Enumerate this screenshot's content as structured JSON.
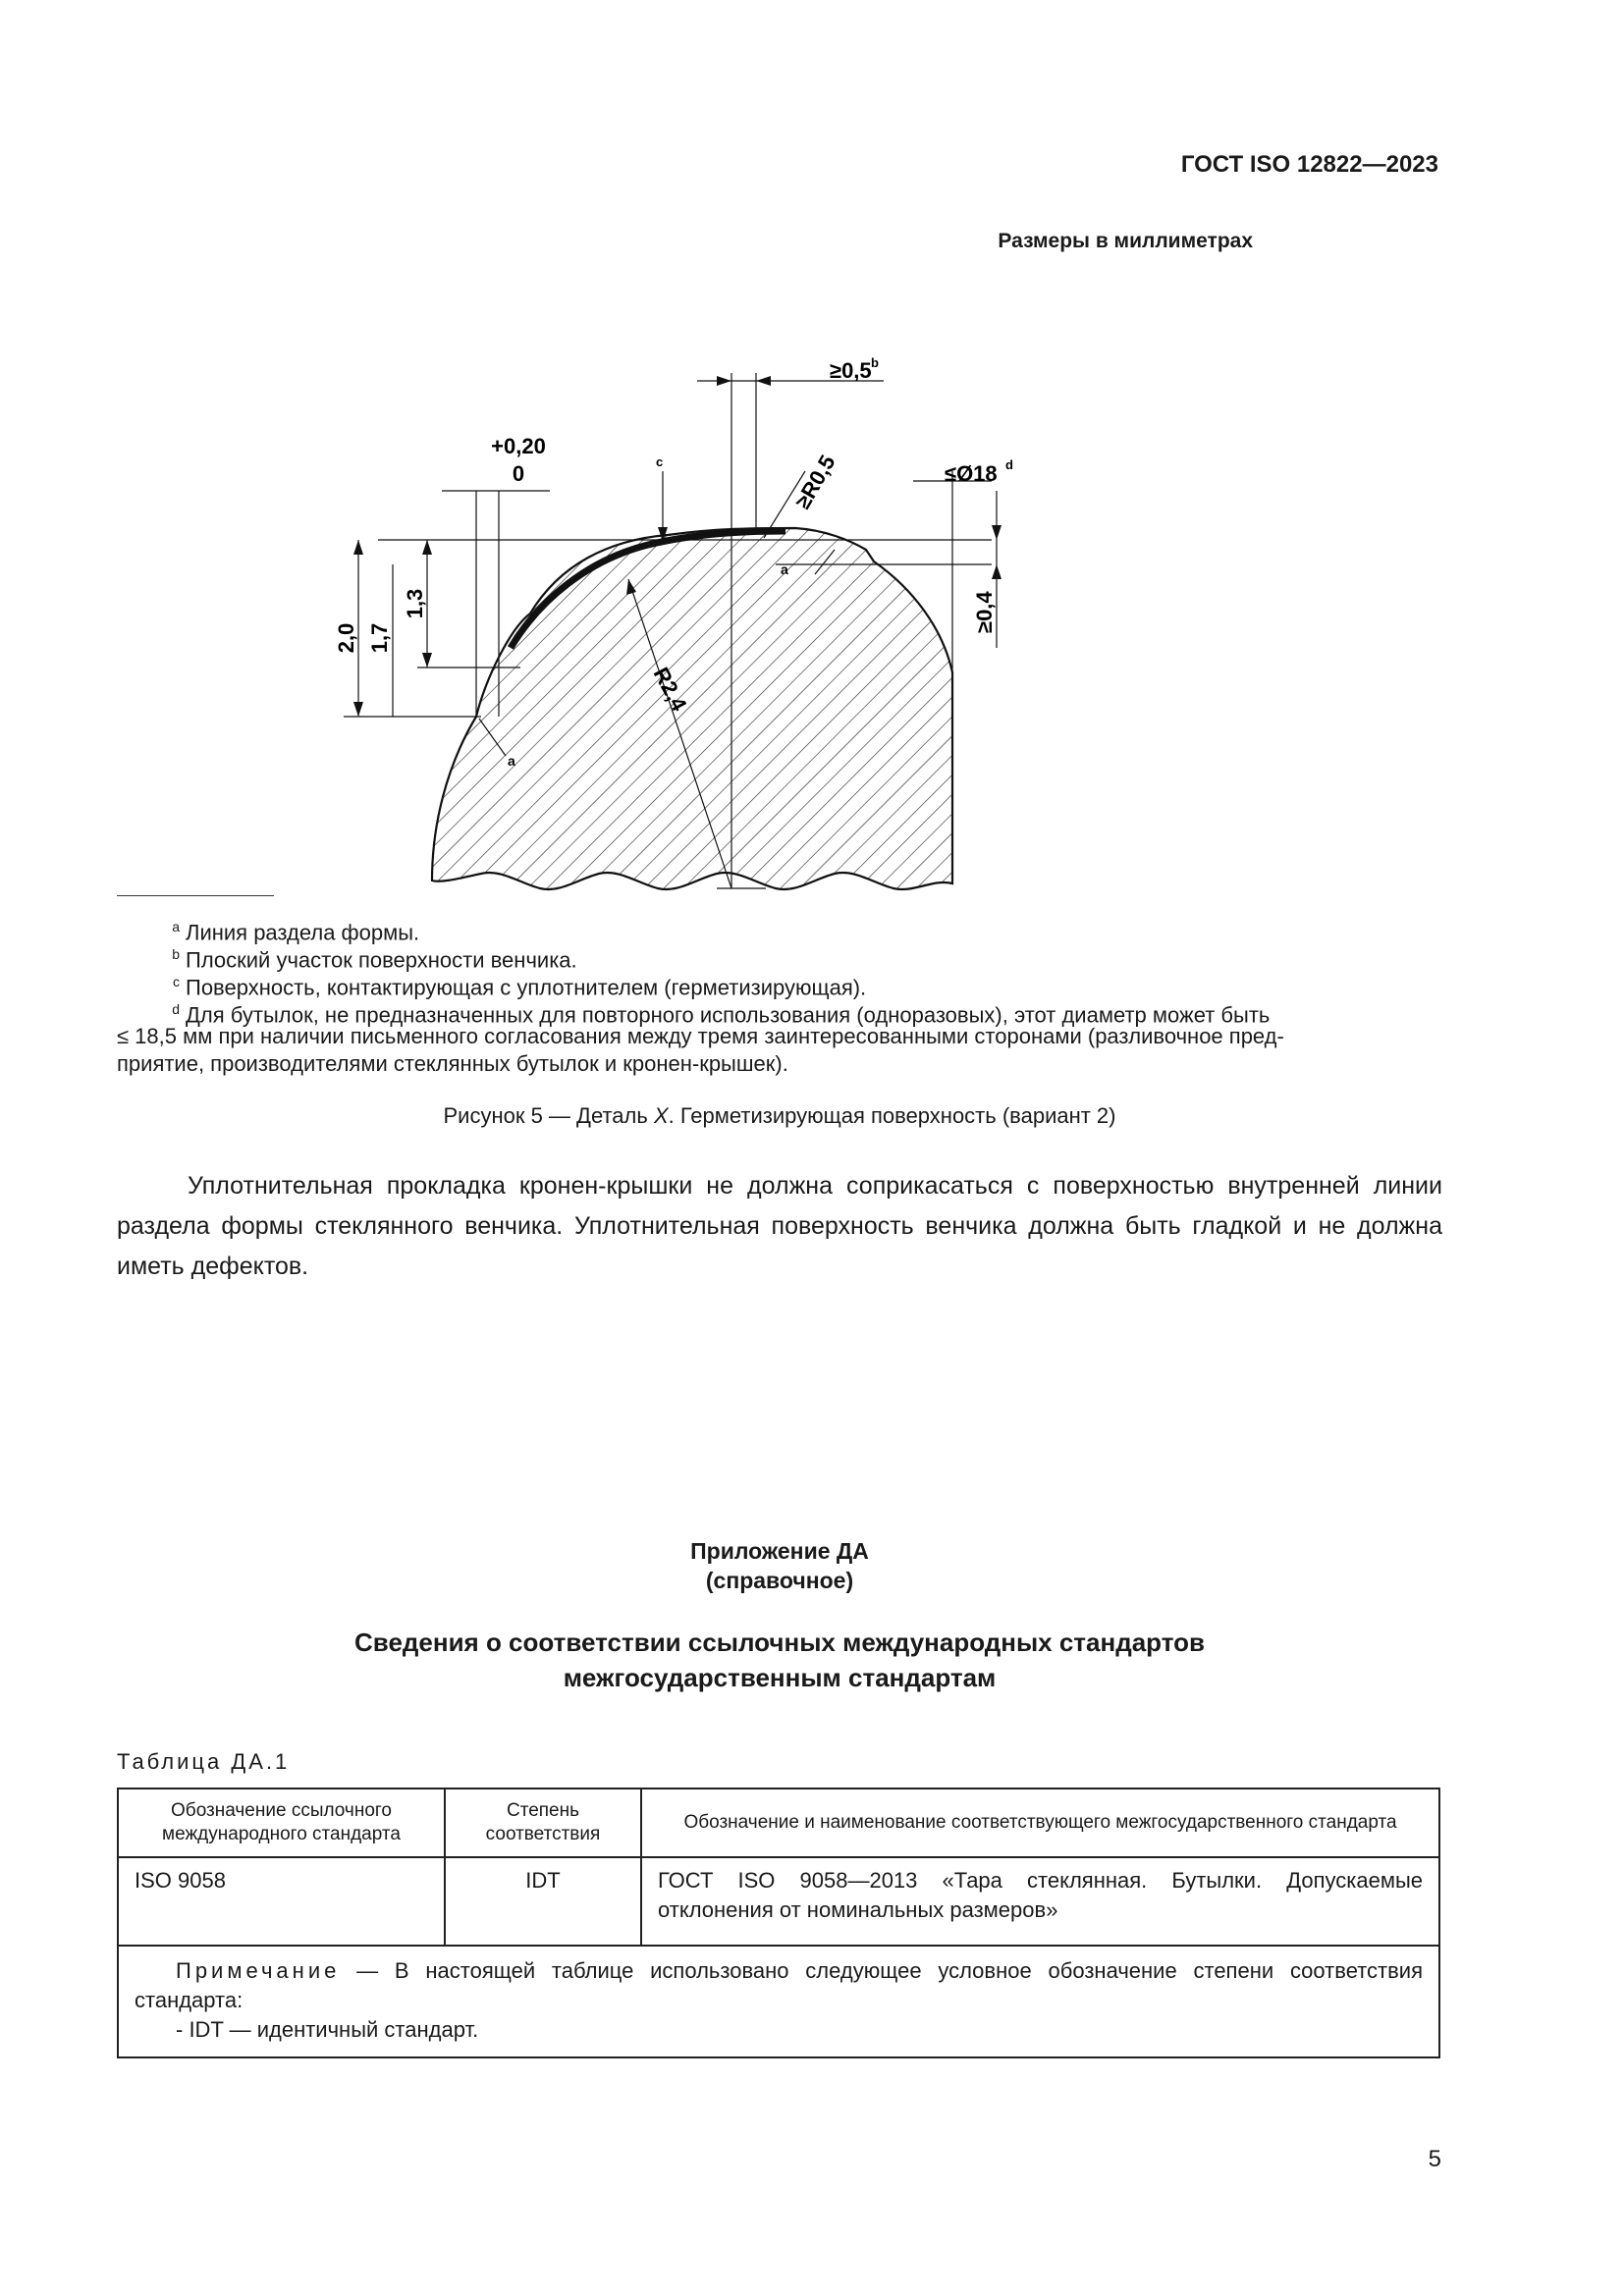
{
  "header": {
    "standard_id": "ГОСТ ISO 12822—2023"
  },
  "figure": {
    "units_note": "Размеры в миллиметрах",
    "labels": {
      "dim_05": "≥0,5",
      "sup_b": "b",
      "tol_top": "+0,20",
      "tol_bottom": "0",
      "callout_c": "c",
      "radius_r05": "≥R0,5",
      "dia_18": "≤Ø18",
      "sup_d": "d",
      "dim_20": "2,0",
      "dim_17": "1,7",
      "dim_13": "1,3",
      "radius_r24": "R2,4",
      "dim_04": "≥0,4",
      "callout_a1": "a",
      "callout_a2": "a"
    },
    "footnotes": [
      {
        "mark": "a",
        "text": "Линия раздела формы."
      },
      {
        "mark": "b",
        "text": "Плоский участок поверхности венчика."
      },
      {
        "mark": "c",
        "text": "Поверхность, контактирующая с уплотнителем (герметизирующая)."
      },
      {
        "mark": "d",
        "text": "Для бутылок, не предназначенных для повторного использования (одноразовых), этот диаметр может быть",
        "continuation_1": "≤ 18,5 мм при наличии письменного согласования между тремя заинтересованными сторонами (разливочное пред-",
        "continuation_2": "приятие, производителями стеклянных бутылок и кронен-крышек)."
      }
    ],
    "caption_prefix": "Рисунок 5 — Деталь ",
    "caption_x": "X",
    "caption_suffix": ". Герметизирующая поверхность (вариант 2)"
  },
  "body_paragraph": "Уплотнительная прокладка кронен-крышки не должна соприкасаться с поверхностью внутренней линии раздела формы стеклянного венчика. Уплотнительная поверхность венчика должна быть гладкой и не должна иметь дефектов.",
  "appendix": {
    "title": "Приложение ДА",
    "subtitle": "(справочное)",
    "heading_line1": "Сведения о соответствии ссылочных международных стандартов",
    "heading_line2": "межгосударственным стандартам"
  },
  "table": {
    "label": "Таблица ДА.1",
    "headers": [
      "Обозначение ссылочного международного стандарта",
      "Степень соответствия",
      "Обозначение и наименование соответствующего межгосударственного стандарта"
    ],
    "rows": [
      [
        "ISO 9058",
        "IDT",
        "ГОСТ ISO 9058—2013 «Тара стеклянная. Бутылки. Допускаемые отклонения от номинальных размеров»"
      ]
    ],
    "note_prefix": "Примечание",
    "note_text": " — В настоящей таблице использовано следующее условное обозначение степени соответствия стандарта:",
    "note_item": "- IDT — идентичный стандарт."
  },
  "page_number": "5"
}
